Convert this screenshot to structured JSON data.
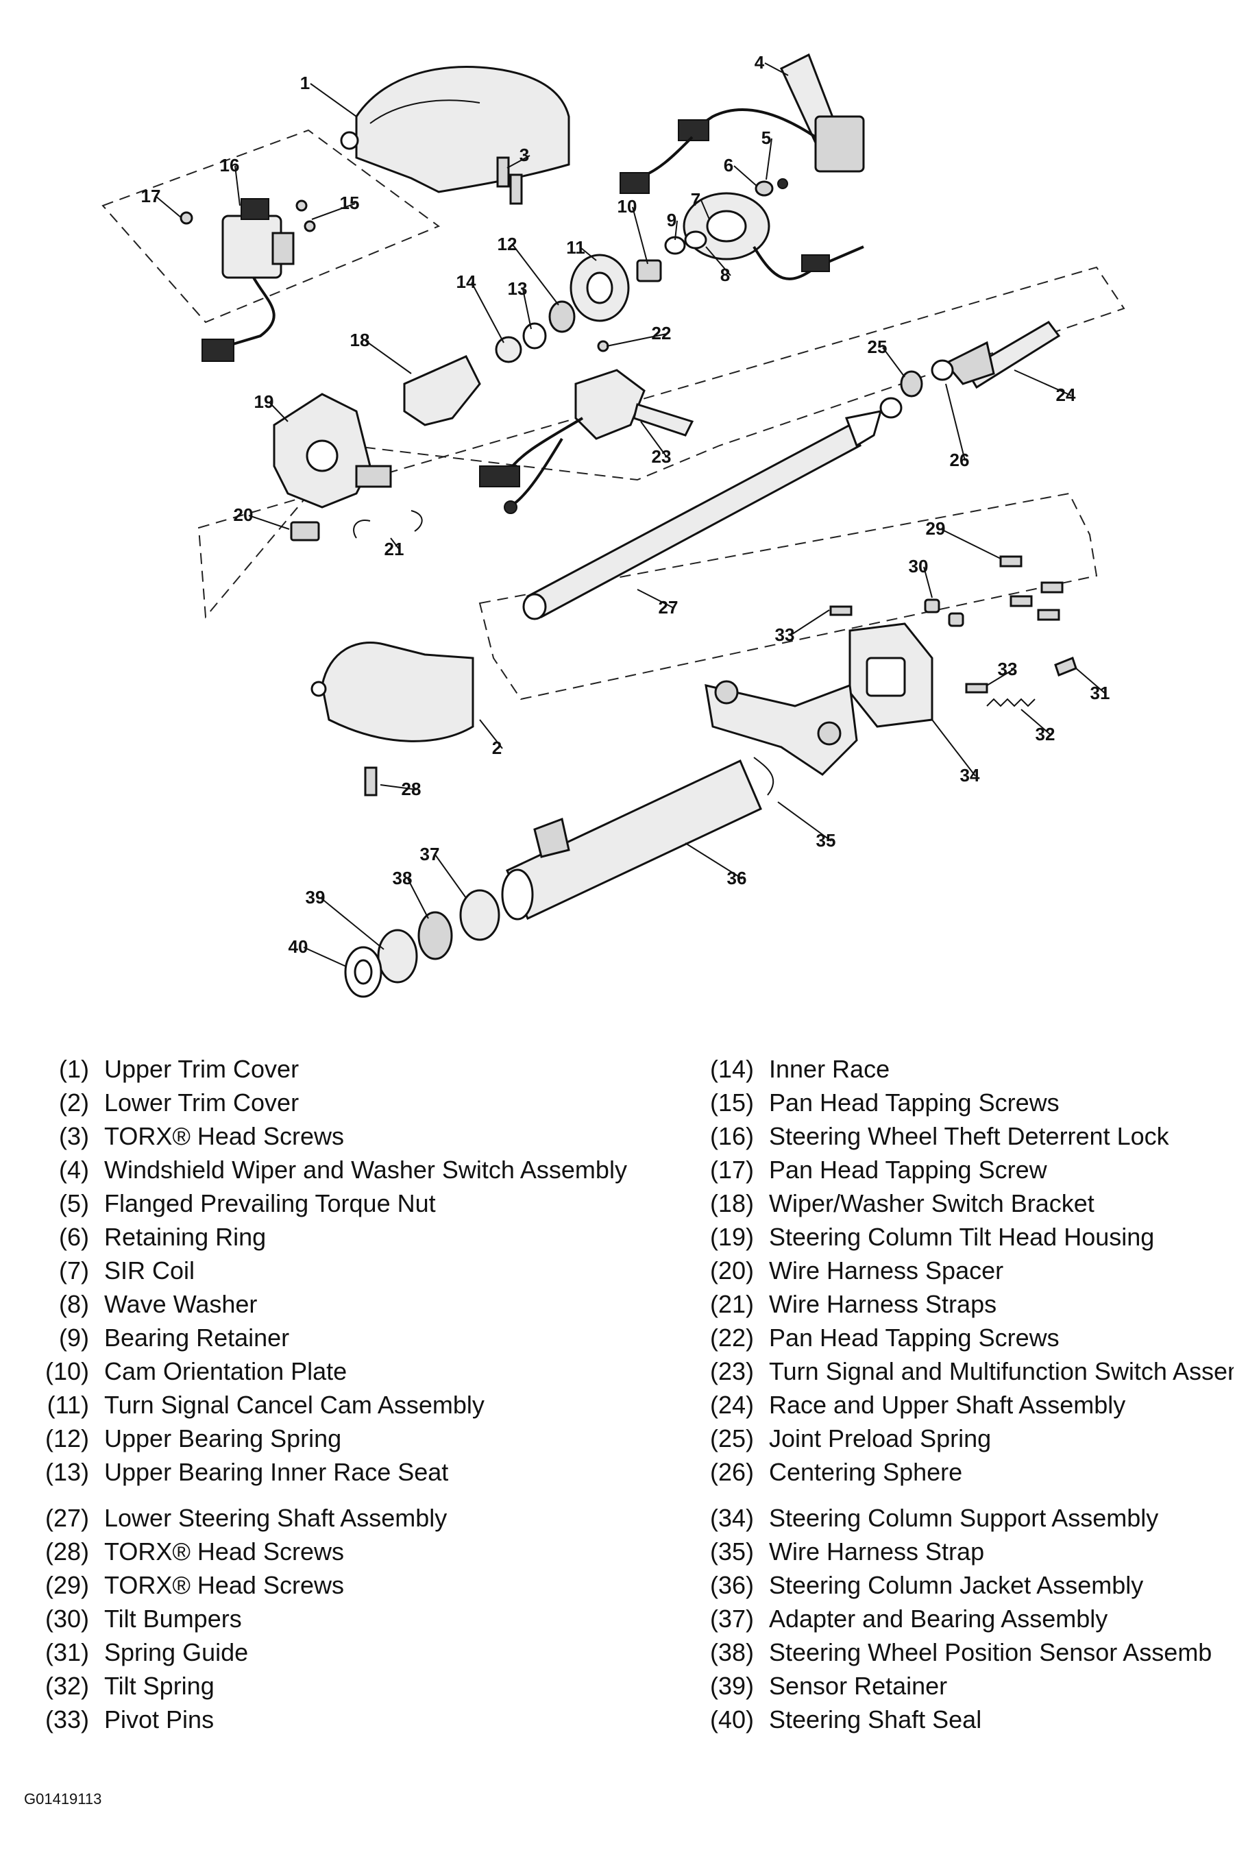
{
  "figure_code": "G01419113",
  "callouts": [
    "1",
    "2",
    "3",
    "4",
    "5",
    "6",
    "7",
    "8",
    "9",
    "10",
    "11",
    "12",
    "13",
    "14",
    "15",
    "16",
    "17",
    "18",
    "19",
    "20",
    "21",
    "22",
    "23",
    "24",
    "25",
    "26",
    "27",
    "28",
    "29",
    "30",
    "31",
    "32",
    "33",
    "33",
    "34",
    "35",
    "36",
    "37",
    "38",
    "39",
    "40"
  ],
  "legend": {
    "left_top": [
      {
        "n": "(1)",
        "name": "Upper Trim Cover"
      },
      {
        "n": "(2)",
        "name": "Lower Trim Cover"
      },
      {
        "n": "(3)",
        "name": "TORX® Head Screws"
      },
      {
        "n": "(4)",
        "name": "Windshield Wiper and Washer Switch Assembly"
      },
      {
        "n": "(5)",
        "name": "Flanged Prevailing Torque Nut"
      },
      {
        "n": "(6)",
        "name": "Retaining Ring"
      },
      {
        "n": "(7)",
        "name": "SIR Coil"
      },
      {
        "n": "(8)",
        "name": "Wave Washer"
      },
      {
        "n": "(9)",
        "name": "Bearing Retainer"
      },
      {
        "n": "(10)",
        "name": "Cam Orientation Plate"
      },
      {
        "n": "(11)",
        "name": "Turn Signal Cancel Cam Assembly"
      },
      {
        "n": "(12)",
        "name": "Upper Bearing Spring"
      },
      {
        "n": "(13)",
        "name": "Upper Bearing Inner Race Seat"
      }
    ],
    "left_bottom": [
      {
        "n": "(27)",
        "name": "Lower Steering Shaft Assembly"
      },
      {
        "n": "(28)",
        "name": "TORX® Head Screws"
      },
      {
        "n": "(29)",
        "name": "TORX® Head Screws"
      },
      {
        "n": "(30)",
        "name": "Tilt Bumpers"
      },
      {
        "n": "(31)",
        "name": "Spring Guide"
      },
      {
        "n": "(32)",
        "name": "Tilt Spring"
      },
      {
        "n": "(33)",
        "name": "Pivot Pins"
      }
    ],
    "right_top": [
      {
        "n": "(14)",
        "name": "Inner Race"
      },
      {
        "n": "(15)",
        "name": "Pan Head Tapping Screws"
      },
      {
        "n": "(16)",
        "name": "Steering Wheel Theft Deterrent Lock"
      },
      {
        "n": "(17)",
        "name": "Pan Head Tapping Screw"
      },
      {
        "n": "(18)",
        "name": "Wiper/Washer Switch Bracket"
      },
      {
        "n": "(19)",
        "name": "Steering Column Tilt Head Housing"
      },
      {
        "n": "(20)",
        "name": "Wire Harness Spacer"
      },
      {
        "n": "(21)",
        "name": "Wire Harness Straps"
      },
      {
        "n": "(22)",
        "name": "Pan Head Tapping Screws"
      },
      {
        "n": "(23)",
        "name": "Turn Signal and Multifunction Switch Assembly"
      },
      {
        "n": "(24)",
        "name": "Race and Upper Shaft Assembly"
      },
      {
        "n": "(25)",
        "name": "Joint Preload Spring"
      },
      {
        "n": "(26)",
        "name": "Centering Sphere"
      }
    ],
    "right_bottom": [
      {
        "n": "(34)",
        "name": "Steering Column Support Assembly"
      },
      {
        "n": "(35)",
        "name": "Wire Harness Strap"
      },
      {
        "n": "(36)",
        "name": "Steering Column Jacket Assembly"
      },
      {
        "n": "(37)",
        "name": "Adapter and Bearing Assembly"
      },
      {
        "n": "(38)",
        "name": "Steering Wheel Position Sensor Assemb"
      },
      {
        "n": "(39)",
        "name": "Sensor Retainer"
      },
      {
        "n": "(40)",
        "name": "Steering Shaft Seal"
      }
    ]
  }
}
